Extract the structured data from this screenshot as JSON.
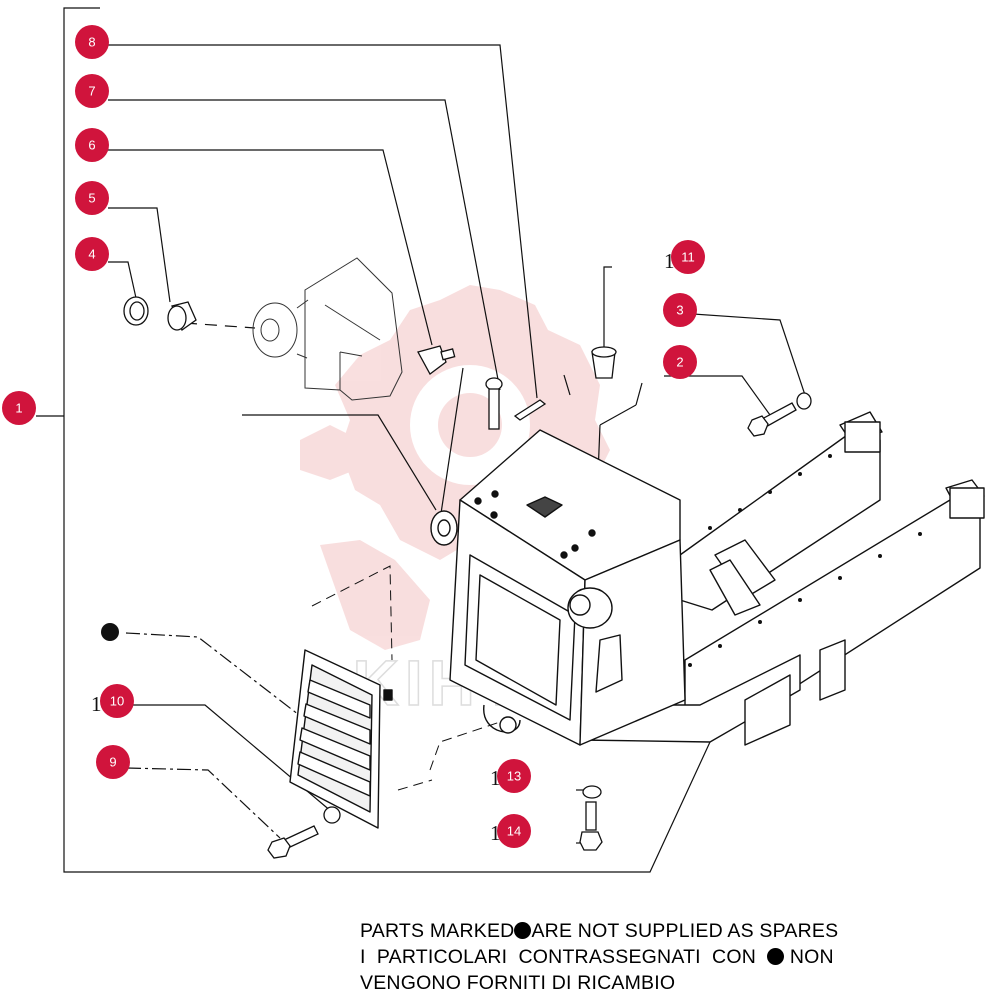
{
  "colors": {
    "callout": "#d0143c",
    "line": "#111111",
    "watermark": "#f4c4c4"
  },
  "callouts": [
    {
      "id": "c1",
      "label": "1",
      "prefix": ""
    },
    {
      "id": "c2",
      "label": "2",
      "prefix": ""
    },
    {
      "id": "c3",
      "label": "3",
      "prefix": ""
    },
    {
      "id": "c4",
      "label": "4",
      "prefix": ""
    },
    {
      "id": "c5",
      "label": "5",
      "prefix": ""
    },
    {
      "id": "c6",
      "label": "6",
      "prefix": ""
    },
    {
      "id": "c7",
      "label": "7",
      "prefix": ""
    },
    {
      "id": "c8",
      "label": "8",
      "prefix": ""
    },
    {
      "id": "c9",
      "label": "9",
      "prefix": ""
    },
    {
      "id": "c10",
      "label": "10",
      "prefix": "1"
    },
    {
      "id": "c11",
      "label": "11",
      "prefix": "1"
    },
    {
      "id": "c13",
      "label": "13",
      "prefix": "1"
    },
    {
      "id": "c14",
      "label": "14",
      "prefix": "1"
    }
  ],
  "watermark": {
    "text": "KIHTEX"
  },
  "notes": {
    "line1_part1": "PARTS MARKED",
    "line1_part2": "ARE NOT SUPPLIED AS SPARES",
    "line2_part1": "I  PARTICOLARI  CONTRASSEGNATI  CON",
    "line2_part2": "NON",
    "line3": "VENGONO FORNITI DI RICAMBIO"
  }
}
